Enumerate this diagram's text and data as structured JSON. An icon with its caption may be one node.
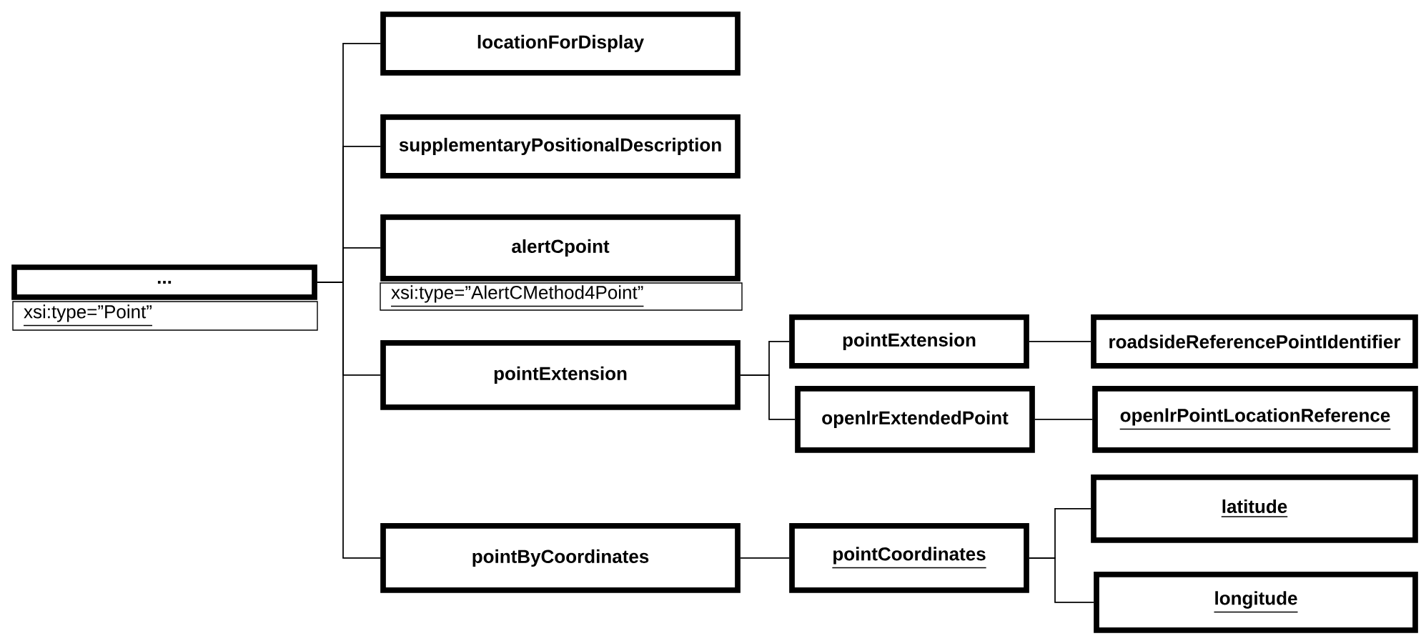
{
  "diagram": {
    "nodes": [
      {
        "text": [
          "..."
        ]
      },
      {
        "text": [
          "locationForDisplay"
        ]
      },
      {
        "text": [
          "supplementaryPositionalDescription"
        ]
      },
      {
        "text": [
          "alertCpoint"
        ]
      },
      {
        "text": [
          "pointExtension"
        ]
      },
      {
        "text": [
          "pointByCoordinates"
        ]
      },
      {
        "text": [
          "pointExtension"
        ]
      },
      {
        "text": [
          "openlrExtendedPoint"
        ]
      },
      {
        "text": [
          "roadsideReferencePointIdentifier"
        ]
      },
      {
        "text": [
          "openlrPointLocationReference"
        ]
      },
      {
        "text": [
          "pointCoordinates"
        ]
      },
      {
        "text": [
          "latitude"
        ]
      },
      {
        "text": [
          "longitude"
        ]
      },
      {
        "text": [
          "xsi:type=”Point”"
        ]
      },
      {
        "text": [
          "xsi:type=”AlertCMethod4Point”"
        ]
      }
    ],
    "edges": [
      {
        "from": 0,
        "to": 1,
        "arrow": "none"
      },
      {
        "from": 0,
        "to": 2,
        "arrow": "none"
      },
      {
        "from": 0,
        "to": 3,
        "arrow": "none"
      },
      {
        "from": 0,
        "to": 4,
        "arrow": "none"
      },
      {
        "from": 0,
        "to": 5,
        "arrow": "none"
      },
      {
        "from": 4,
        "to": 6,
        "arrow": "none"
      },
      {
        "from": 4,
        "to": 7,
        "arrow": "none"
      },
      {
        "from": 6,
        "to": 8,
        "arrow": "none"
      },
      {
        "from": 7,
        "to": 9,
        "arrow": "none"
      },
      {
        "from": 5,
        "to": 10,
        "arrow": "none"
      },
      {
        "from": 10,
        "to": 11,
        "arrow": "none"
      },
      {
        "from": 10,
        "to": 12,
        "arrow": "none"
      }
    ]
  }
}
